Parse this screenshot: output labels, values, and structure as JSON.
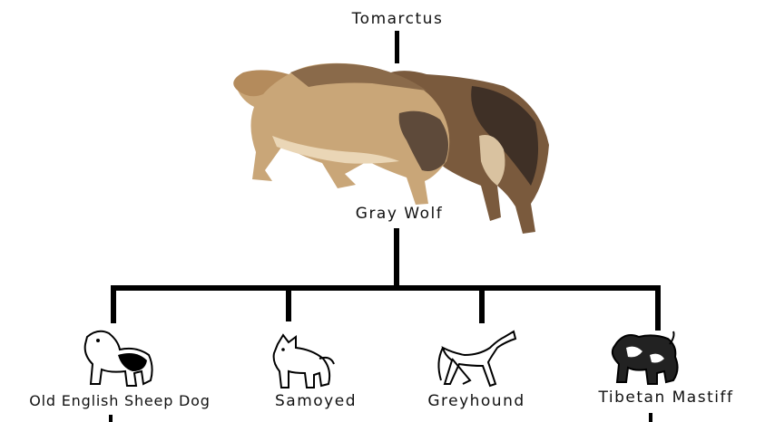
{
  "diagram": {
    "ancestor": "Tomarctus",
    "parent": "Gray Wolf",
    "breeds": [
      {
        "label": "Old English Sheep Dog",
        "icon": "sheepdog-icon"
      },
      {
        "label": "Samoyed",
        "icon": "samoyed-icon"
      },
      {
        "label": "Greyhound",
        "icon": "greyhound-icon"
      },
      {
        "label": "Tibetan Mastiff",
        "icon": "mastiff-icon"
      }
    ],
    "colors": {
      "line": "#000000",
      "wolf_light": "#c9a678",
      "wolf_dark": "#4a3a2c"
    }
  }
}
